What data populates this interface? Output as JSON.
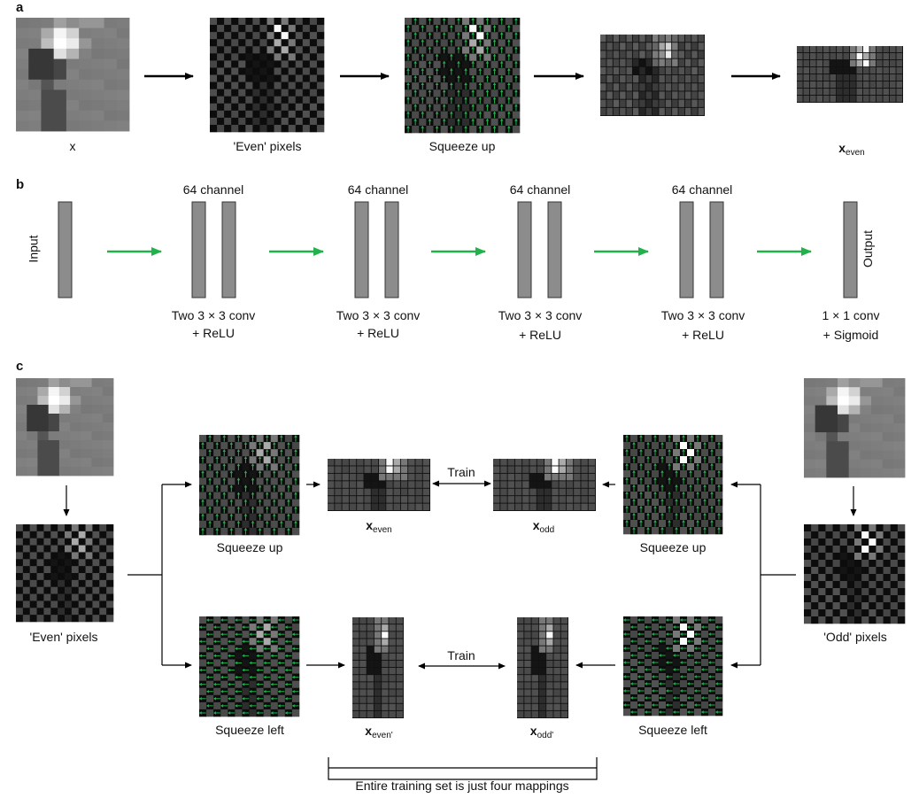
{
  "panels": {
    "a": "a",
    "b": "b",
    "c": "c"
  },
  "panel_a": {
    "labels": {
      "input": "x",
      "even_pixels": "'Even' pixels",
      "squeeze_up": "Squeeze up",
      "result_base": "x",
      "result_sub": "even"
    }
  },
  "panel_b": {
    "input": "Input",
    "output": "Output",
    "channel_label": "64 channel",
    "conv_line1": "Two 3 × 3 conv",
    "conv_line2": "+ ReLU",
    "final_line1": "1 × 1 conv",
    "final_line2": "+ Sigmoid"
  },
  "panel_c": {
    "even_pixels": "'Even' pixels",
    "odd_pixels": "'Odd' pixels",
    "squeeze_up_left": "Squeeze up",
    "squeeze_up_right": "Squeeze up",
    "squeeze_left_left": "Squeeze left",
    "squeeze_left_right": "Squeeze left",
    "train_top": "Train",
    "train_bottom": "Train",
    "x_even": {
      "base": "x",
      "sub": "even"
    },
    "x_odd": {
      "base": "x",
      "sub": "odd"
    },
    "x_even_prime": {
      "base": "x",
      "sub": "even'"
    },
    "x_odd_prime": {
      "base": "x",
      "sub": "odd'"
    },
    "bracket_caption": "Entire training set is just four mappings"
  },
  "colors": {
    "arrow_green": "#22b14c",
    "arrow_black": "#000000",
    "layer_bar": "#8c8c8c"
  },
  "icons": [
    "right-arrow-icon",
    "left-arrow-icon",
    "double-arrow-icon",
    "down-arrow-icon"
  ]
}
